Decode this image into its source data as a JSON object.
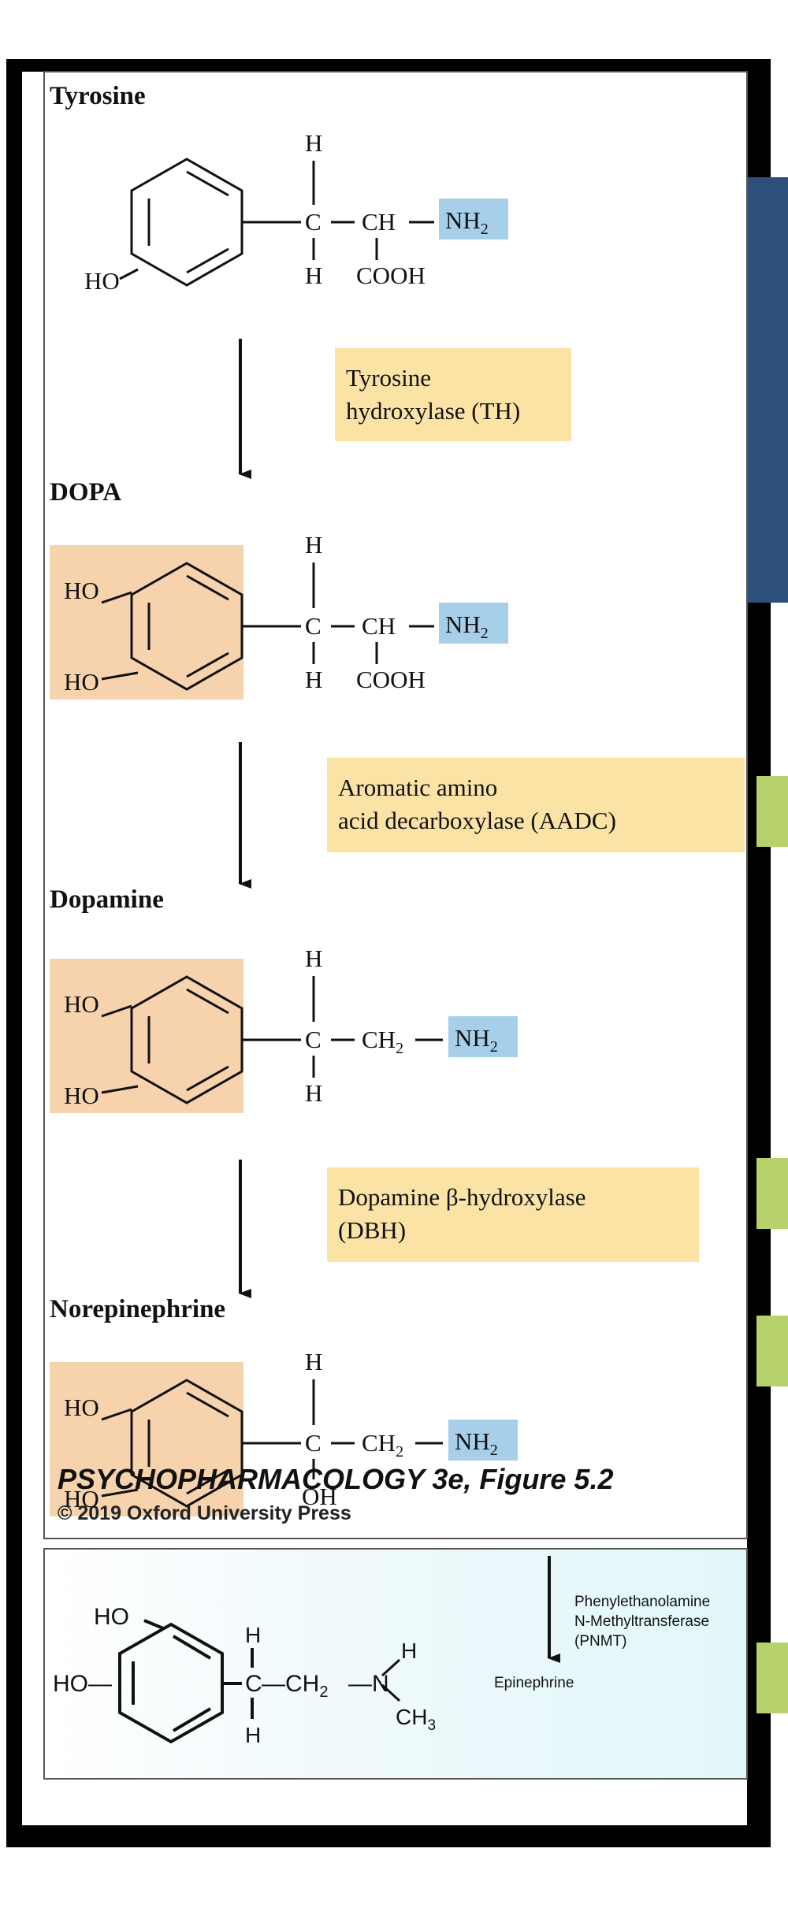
{
  "steps": [
    {
      "name": "Tyrosine"
    },
    {
      "name": "DOPA"
    },
    {
      "name": "Dopamine"
    },
    {
      "name": "Norepinephrine"
    }
  ],
  "enzymes": [
    {
      "line1": "Tyrosine",
      "line2": "hydroxylase (TH)"
    },
    {
      "line1": "Aromatic amino",
      "line2": "acid decarboxylase (AADC)"
    },
    {
      "line1": "Dopamine β-hydroxylase",
      "line2": "(DBH)"
    }
  ],
  "atoms": {
    "H": "H",
    "C": "C",
    "CH": "CH",
    "NH": "NH",
    "sub2": "2",
    "COOH": "COOH",
    "CH2": "CH",
    "HO": "HO",
    "OH": "OH",
    "dash": "—"
  },
  "credit": {
    "title": "PSYCHOPHARMACOLOGY 3e, Figure 5.2",
    "copyright": "© 2019 Oxford University Press"
  },
  "epinephrine_panel": {
    "enzyme_line1": "Phenylethanolamine",
    "enzyme_line2": "N-Methyltransferase",
    "enzyme_line3": "(PNMT)",
    "product": "Epinephrine",
    "HO_top": "HO",
    "HO_left": "HO—",
    "H_top": "H",
    "H_bottom": "H",
    "C": "C",
    "chain": "—CH",
    "sub2": "2",
    "N": "—N",
    "NH_H": "H",
    "CH3": "CH",
    "sub3": "3"
  },
  "colors": {
    "amine_highlight": "#a8cfe9",
    "catechol_highlight": "#f6d3ad",
    "enzyme_box": "#fbe3a6",
    "side_bar": "#2c4f7c",
    "bullet_marks": "#b7d26a"
  }
}
